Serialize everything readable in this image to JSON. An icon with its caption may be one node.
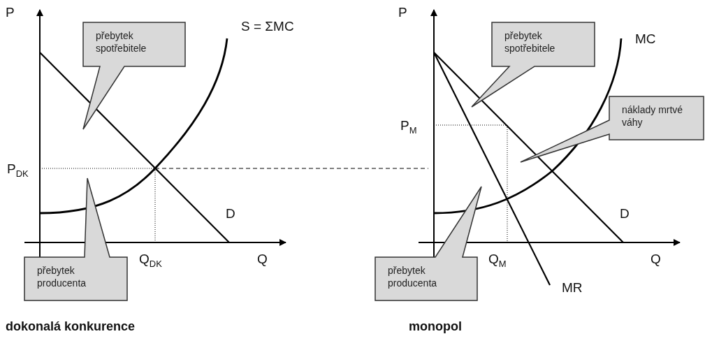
{
  "diagram": {
    "nodes": [
      {
        "text": [
          "přebytek spotřebitele"
        ]
      },
      {
        "text": [
          "přebytek producenta"
        ]
      },
      {
        "text": [
          "přebytek spotřebitele"
        ]
      },
      {
        "text": [
          "náklady mrtvé váhy"
        ]
      },
      {
        "text": [
          "přebytek producenta"
        ]
      }
    ],
    "edges": [],
    "labels": [
      "P",
      "S = ΣMC",
      "P$_{DK}$",
      "D",
      "Q$_{DK}$",
      "Q",
      "dokonalá konkurence",
      "P",
      "MC",
      "P$_{M}$",
      "D",
      "Q$_{M}$",
      "Q",
      "MR",
      "monopol"
    ]
  }
}
